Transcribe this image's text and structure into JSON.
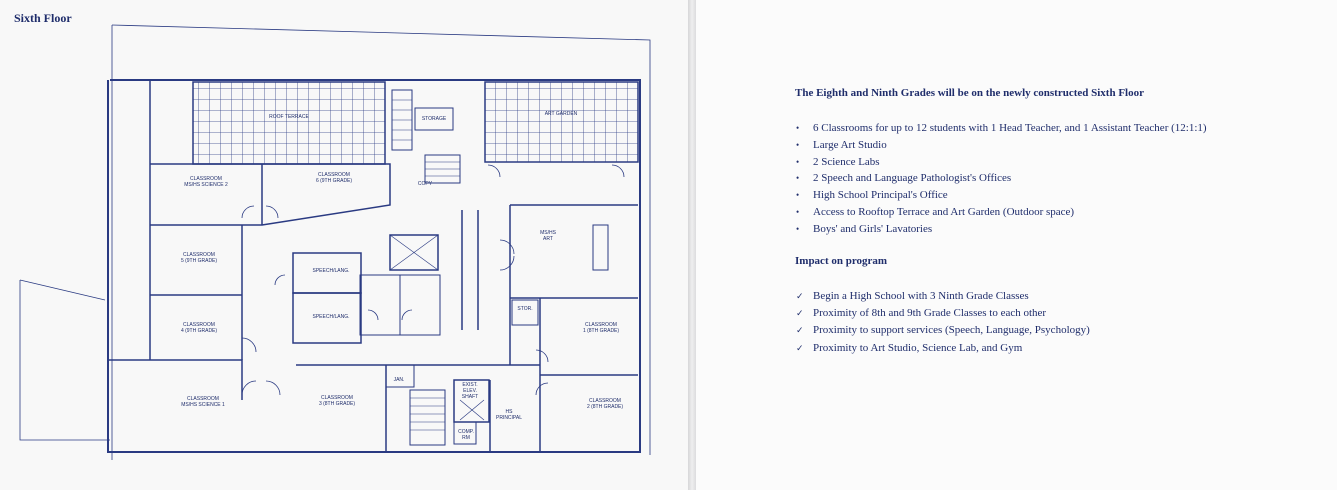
{
  "floor_plan": {
    "title": "Sixth Floor",
    "rooms": {
      "roof_terrace": "ROOF TERRACE",
      "storage": "STORAGE",
      "art_garden": "ART GARDEN",
      "classroom_science2": [
        "CLASSROOM",
        "MS/HS SCIENCE 2"
      ],
      "classroom_6": [
        "CLASSROOM",
        "6 (9TH GRADE)"
      ],
      "classroom_5": [
        "CLASSROOM",
        "5 (9TH GRADE)"
      ],
      "classroom_4": [
        "CLASSROOM",
        "4 (9TH GRADE)"
      ],
      "classroom_science1": [
        "CLASSROOM",
        "MS/HS SCIENCE 1"
      ],
      "classroom_3": [
        "CLASSROOM",
        "3 (8TH GRADE)"
      ],
      "classroom_1": [
        "CLASSROOM",
        "1 (8TH GRADE)"
      ],
      "classroom_2": [
        "CLASSROOM",
        "2 (8TH GRADE)"
      ],
      "ms_hs_art": [
        "MS/HS",
        "ART"
      ],
      "speech_lang_1": "SPEECH/LANG.",
      "speech_lang_2": "SPEECH/LANG.",
      "stor": "STOR.",
      "janitor": "JAN.",
      "hs_principal": [
        "HS",
        "PRINCIPAL"
      ],
      "exist_elev_shaft": [
        "EXIST.",
        "ELEV.",
        "SHAFT"
      ],
      "comp_room": [
        "COMP.",
        "RM"
      ],
      "copy": "COPY"
    }
  },
  "content": {
    "heading": "The Eighth and Ninth Grades will be on the newly constructed Sixth Floor",
    "bullet_marker": "•",
    "features": [
      "6 Classrooms for up to 12 students with 1 Head Teacher, and 1 Assistant Teacher (12:1:1)",
      "Large Art Studio",
      "2 Science Labs",
      "2 Speech and Language Pathologist's Offices",
      "High School Principal's Office",
      "Access to Rooftop Terrace and Art Garden (Outdoor space)",
      "Boys' and Girls' Lavatories"
    ],
    "impact_heading": "Impact on program",
    "check_marker": "✓",
    "impacts": [
      "Begin a High School with 3 Ninth Grade Classes",
      "Proximity of 8th and 9th Grade Classes to each other",
      "Proximity to support services (Speech, Language, Psychology)",
      "Proximity to Art Studio, Science Lab, and Gym"
    ]
  }
}
